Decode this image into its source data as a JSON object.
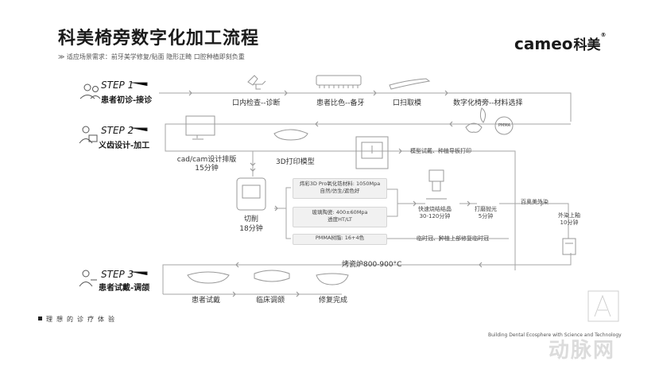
{
  "header": {
    "title": "科美椅旁数字化加工流程",
    "subtitle": "≫ 适应场景需求：前牙美学修复/贴面  隐形正畸  口腔种植即刻负重",
    "brand": "cameo",
    "brand_cn": "科美",
    "brand_reg": "®"
  },
  "steps": [
    {
      "label": "STEP 1",
      "name": "患者初诊-接诊"
    },
    {
      "label": "STEP 2",
      "name": "义齿设计-加工"
    },
    {
      "label": "STEP 3",
      "name": "患者试戴-调颌"
    }
  ],
  "nodes": {
    "oral_check": "口内检查--诊断",
    "shade": "患者比色--备牙",
    "scan": "口扫取模",
    "chairside": "数字化椅旁--材料选择",
    "pmma_icon": "PMMA",
    "cad_cam": "cad/cam设计排版",
    "cad_cam_time": "15分钟",
    "print3d": "3D打印模型",
    "print_note": "模型试戴、种植导板打印",
    "milling": "切削",
    "milling_time": "18分钟",
    "crystal": "快速烧结结晶",
    "crystal_time": "30-120分钟",
    "polish": "打磨抛光",
    "polish_time": "5分钟",
    "veneer": "百奥美外染",
    "glaze": "外染上釉",
    "glaze_time": "10分钟",
    "temp_note": "临时冠、种植上部修复临时冠",
    "furnace": "烤瓷炉800-900°C",
    "try_in": "患者试戴",
    "adjust": "临床调颌",
    "complete": "修复完成"
  },
  "materials": [
    {
      "line1": "炜彩3D Pro氧化锆材料: 1050Mpa",
      "line2": "自然/仿生/遮色好"
    },
    {
      "line1": "玻璃陶瓷: 400±60Mpa",
      "line2": "透度HT/LT"
    },
    {
      "line1": "PMMA树脂: 16+4色",
      "line2": ""
    }
  ],
  "footer": {
    "slogan": "理想的诊疗体验",
    "tagline": "Building Dental Ecosphere with Science and Technology",
    "watermark": "动脉网"
  },
  "colors": {
    "line": "#9a9a9a",
    "text": "#333333",
    "box_fill": "#f1f1f1"
  }
}
